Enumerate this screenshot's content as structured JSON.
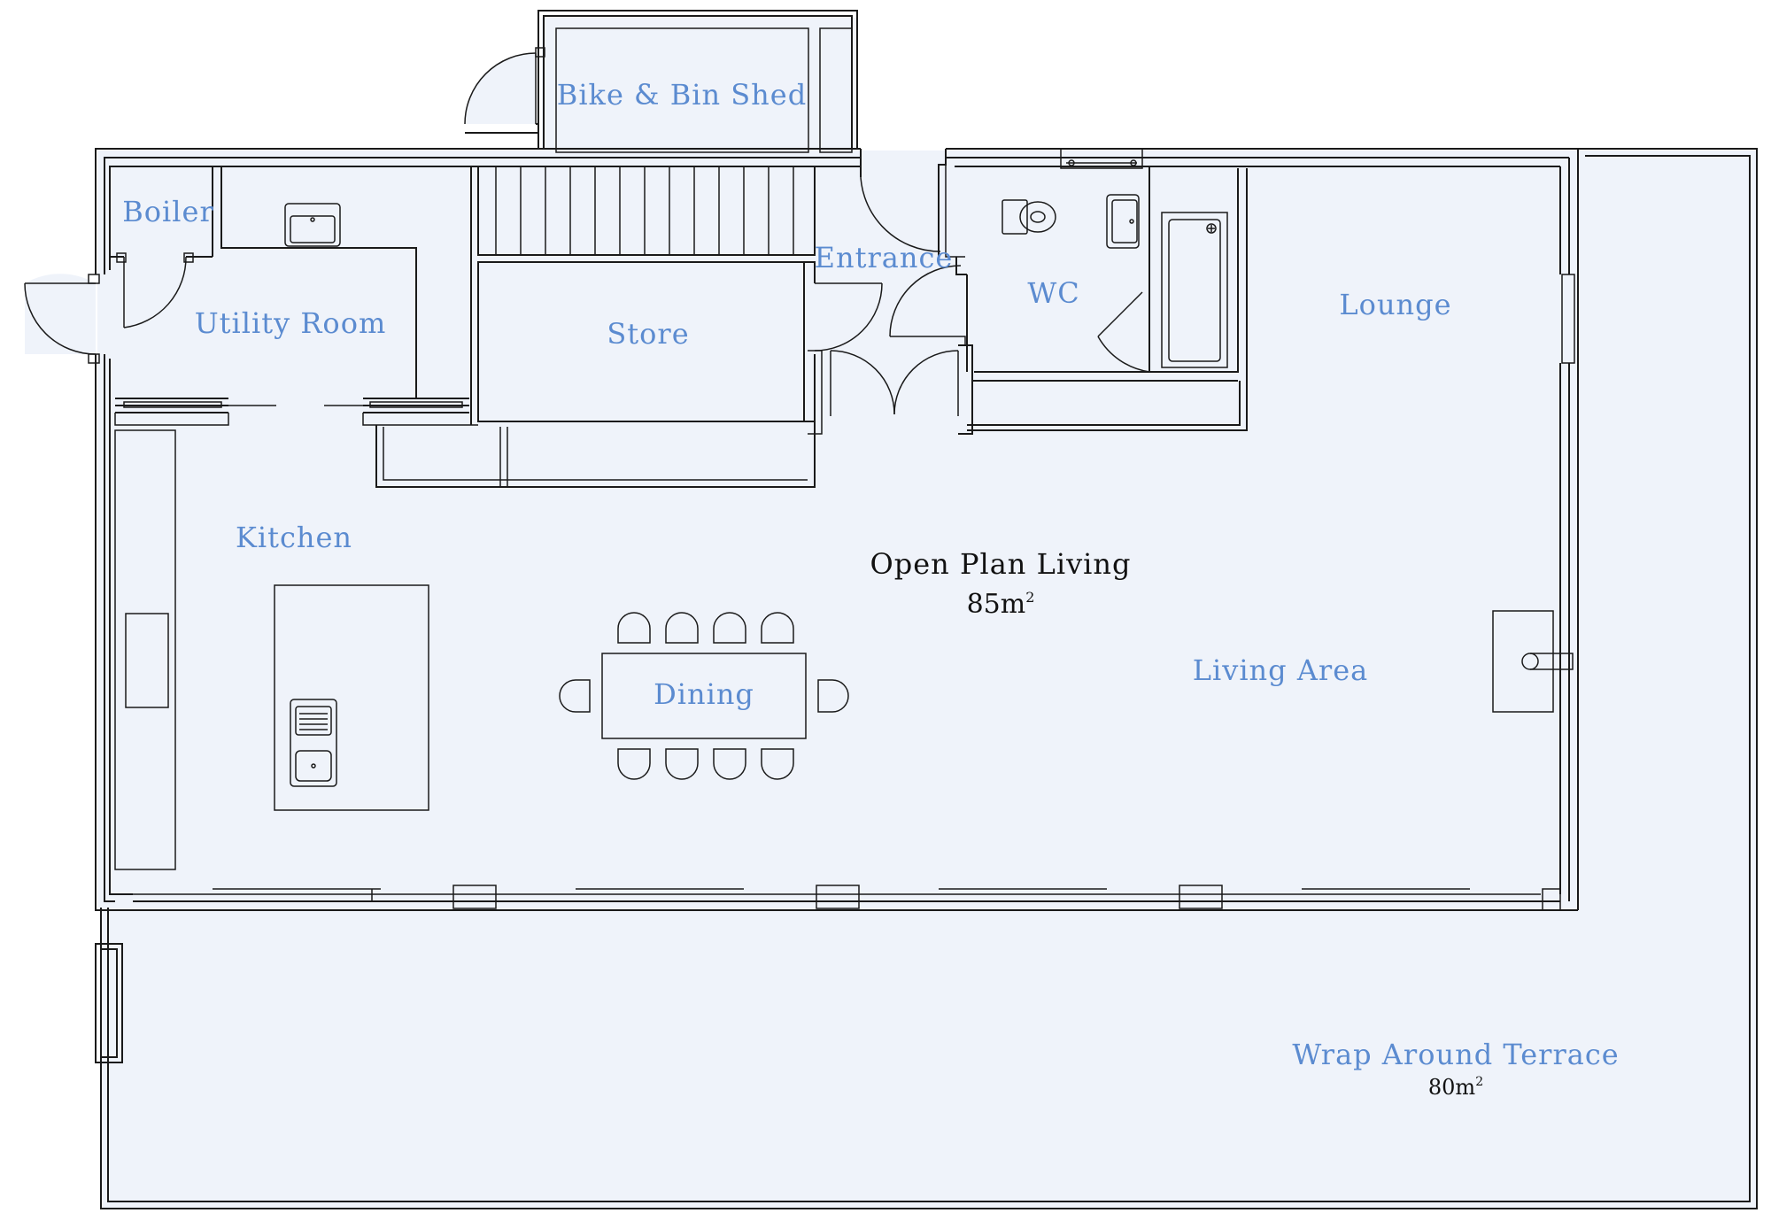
{
  "colors": {
    "floor": "#eff3fa",
    "wall": "#1a1a1a",
    "room_label": "#5b8bd0",
    "area_label": "#111111"
  },
  "rooms": {
    "bike_shed": "Bike & Bin Shed",
    "boiler": "Boiler",
    "utility": "Utility Room",
    "store": "Store",
    "entrance": "Entrance",
    "wc": "WC",
    "lounge": "Lounge",
    "kitchen": "Kitchen",
    "dining": "Dining",
    "living_area": "Living Area",
    "terrace": "Wrap Around Terrace"
  },
  "open_plan": {
    "title": "Open Plan Living",
    "area_value": "85m",
    "area_sup": "2"
  },
  "terrace_area": {
    "value": "80m",
    "sup": "2"
  }
}
